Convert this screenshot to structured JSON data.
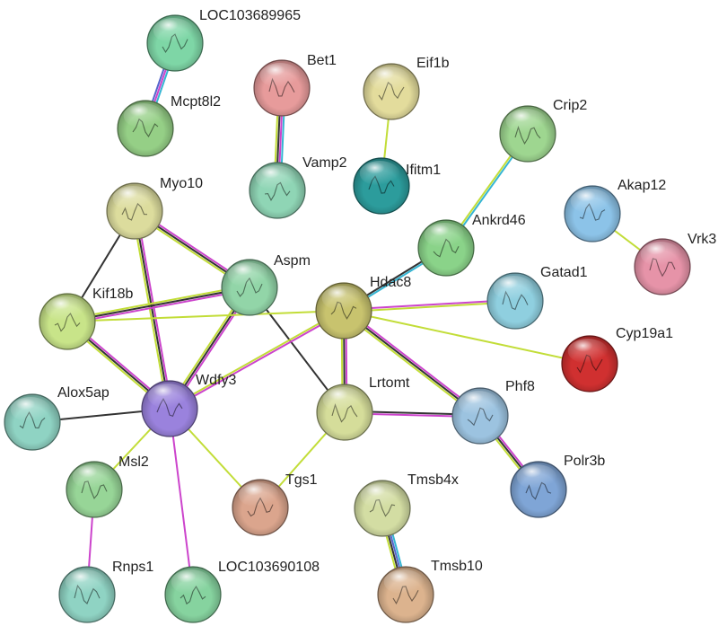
{
  "colors": {
    "neighborhood": "#c5d22f",
    "coexpression": "#333333",
    "textmining": "#c2dd38",
    "experiments": "#cc44cc",
    "databases": "#35b5d3",
    "homology": "#5566cc"
  },
  "nodes": [
    {
      "id": "LOC103689965",
      "label": "LOC103689965",
      "color": "#7ed6a6",
      "icon": "protein-structure-icon"
    },
    {
      "id": "Mcpt8l2",
      "label": "Mcpt8l2",
      "color": "#95cf86",
      "icon": "protein-structure-icon"
    },
    {
      "id": "Bet1",
      "label": "Bet1",
      "color": "#e79b9b",
      "icon": "protein-structure-icon"
    },
    {
      "id": "Vamp2",
      "label": "Vamp2",
      "color": "#8fd5b5",
      "icon": "protein-structure-icon"
    },
    {
      "id": "Eif1b",
      "label": "Eif1b",
      "color": "#e3dc9c",
      "icon": "protein-structure-icon"
    },
    {
      "id": "Ifitm1",
      "label": "Ifitm1",
      "color": "#2c9c9c",
      "icon": "protein-structure-icon"
    },
    {
      "id": "Crip2",
      "label": "Crip2",
      "color": "#9ed690",
      "icon": "protein-structure-icon"
    },
    {
      "id": "Ankrd46",
      "label": "Ankrd46",
      "color": "#8ad389",
      "icon": "protein-structure-icon"
    },
    {
      "id": "Akap12",
      "label": "Akap12",
      "color": "#8cc3e8",
      "icon": "protein-structure-icon"
    },
    {
      "id": "Vrk3",
      "label": "Vrk3",
      "color": "#e693a8",
      "icon": "protein-structure-icon"
    },
    {
      "id": "Myo10",
      "label": "Myo10",
      "color": "#dcdc9d",
      "icon": "protein-structure-icon"
    },
    {
      "id": "Aspm",
      "label": "Aspm",
      "color": "#92d5a8",
      "icon": "protein-structure-icon"
    },
    {
      "id": "Hdac8",
      "label": "Hdac8",
      "color": "#c8c36e",
      "icon": "protein-structure-icon"
    },
    {
      "id": "Gatad1",
      "label": "Gatad1",
      "color": "#8fcfdf",
      "icon": "protein-structure-icon"
    },
    {
      "id": "Kif18b",
      "label": "Kif18b",
      "color": "#c8e489",
      "icon": "protein-structure-icon"
    },
    {
      "id": "Cyp19a1",
      "label": "Cyp19a1",
      "color": "#d03030",
      "icon": "protein-structure-icon"
    },
    {
      "id": "Wdfy3",
      "label": "Wdfy3",
      "color": "#9a82dd",
      "icon": "protein-structure-icon"
    },
    {
      "id": "Lrtomt",
      "label": "Lrtomt",
      "color": "#d5dd9a",
      "icon": "protein-structure-icon"
    },
    {
      "id": "Phf8",
      "label": "Phf8",
      "color": "#9cc3e0",
      "icon": "protein-structure-icon"
    },
    {
      "id": "Alox5ap",
      "label": "Alox5ap",
      "color": "#8fd3c3",
      "icon": "protein-structure-icon"
    },
    {
      "id": "Msl2",
      "label": "Msl2",
      "color": "#97d597",
      "icon": "protein-structure-icon"
    },
    {
      "id": "Polr3b",
      "label": "Polr3b",
      "color": "#7fa5d6",
      "icon": "protein-structure-icon"
    },
    {
      "id": "Tgs1",
      "label": "Tgs1",
      "color": "#dba58d",
      "icon": "protein-structure-icon"
    },
    {
      "id": "Tmsb4x",
      "label": "Tmsb4x",
      "color": "#d3dda3",
      "icon": "protein-structure-icon"
    },
    {
      "id": "Rnps1",
      "label": "Rnps1",
      "color": "#8fd3c3",
      "icon": "protein-structure-icon"
    },
    {
      "id": "LOC103690108",
      "label": "LOC103690108",
      "color": "#86d39f",
      "icon": "protein-structure-icon"
    },
    {
      "id": "Tmsb10",
      "label": "Tmsb10",
      "color": "#dcb38e",
      "icon": "protein-structure-icon"
    }
  ],
  "edges": [
    {
      "source": "LOC103689965",
      "target": "Mcpt8l2",
      "types": [
        "databases",
        "experiments",
        "homology"
      ]
    },
    {
      "source": "Bet1",
      "target": "Vamp2",
      "types": [
        "databases",
        "experiments",
        "coexpression",
        "textmining"
      ]
    },
    {
      "source": "Eif1b",
      "target": "Ifitm1",
      "types": [
        "textmining"
      ]
    },
    {
      "source": "Crip2",
      "target": "Ankrd46",
      "types": [
        "databases",
        "textmining"
      ]
    },
    {
      "source": "Akap12",
      "target": "Vrk3",
      "types": [
        "textmining"
      ]
    },
    {
      "source": "Ankrd46",
      "target": "Hdac8",
      "types": [
        "databases",
        "coexpression"
      ]
    },
    {
      "source": "Myo10",
      "target": "Aspm",
      "types": [
        "experiments",
        "coexpression",
        "textmining"
      ]
    },
    {
      "source": "Myo10",
      "target": "Kif18b",
      "types": [
        "coexpression"
      ]
    },
    {
      "source": "Myo10",
      "target": "Wdfy3",
      "types": [
        "experiments",
        "coexpression",
        "textmining"
      ]
    },
    {
      "source": "Aspm",
      "target": "Kif18b",
      "types": [
        "experiments",
        "coexpression",
        "textmining"
      ]
    },
    {
      "source": "Aspm",
      "target": "Wdfy3",
      "types": [
        "experiments",
        "coexpression",
        "textmining"
      ]
    },
    {
      "source": "Aspm",
      "target": "Lrtomt",
      "types": [
        "coexpression"
      ]
    },
    {
      "source": "Kif18b",
      "target": "Wdfy3",
      "types": [
        "experiments",
        "coexpression",
        "textmining"
      ]
    },
    {
      "source": "Hdac8",
      "target": "Gatad1",
      "types": [
        "experiments",
        "textmining"
      ]
    },
    {
      "source": "Hdac8",
      "target": "Cyp19a1",
      "types": [
        "textmining"
      ]
    },
    {
      "source": "Hdac8",
      "target": "Wdfy3",
      "types": [
        "experiments",
        "textmining"
      ]
    },
    {
      "source": "Hdac8",
      "target": "Lrtomt",
      "types": [
        "experiments",
        "coexpression",
        "textmining"
      ]
    },
    {
      "source": "Hdac8",
      "target": "Phf8",
      "types": [
        "experiments",
        "coexpression",
        "textmining"
      ]
    },
    {
      "source": "Hdac8",
      "target": "Kif18b",
      "types": [
        "textmining"
      ]
    },
    {
      "source": "Wdfy3",
      "target": "Alox5ap",
      "types": [
        "coexpression"
      ]
    },
    {
      "source": "Wdfy3",
      "target": "Msl2",
      "types": [
        "textmining"
      ]
    },
    {
      "source": "Wdfy3",
      "target": "Tgs1",
      "types": [
        "textmining"
      ]
    },
    {
      "source": "Wdfy3",
      "target": "LOC103690108",
      "types": [
        "experiments"
      ]
    },
    {
      "source": "Lrtomt",
      "target": "Phf8",
      "types": [
        "coexpression",
        "experiments"
      ]
    },
    {
      "source": "Lrtomt",
      "target": "Tgs1",
      "types": [
        "textmining"
      ]
    },
    {
      "source": "Phf8",
      "target": "Polr3b",
      "types": [
        "experiments",
        "coexpression",
        "textmining"
      ]
    },
    {
      "source": "Msl2",
      "target": "Rnps1",
      "types": [
        "experiments"
      ]
    },
    {
      "source": "Tmsb4x",
      "target": "Tmsb10",
      "types": [
        "databases",
        "homology",
        "coexpression",
        "textmining"
      ]
    }
  ]
}
